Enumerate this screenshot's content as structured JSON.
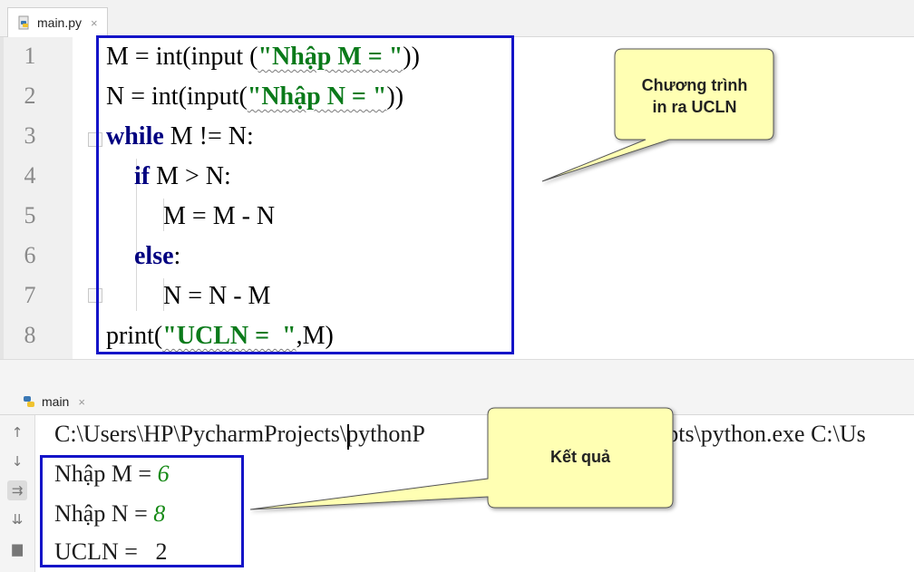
{
  "editor": {
    "tab_label": "main.py",
    "tab_close": "×",
    "line_numbers": [
      "1",
      "2",
      "3",
      "4",
      "5",
      "6",
      "7",
      "8"
    ]
  },
  "code": {
    "l1": {
      "a": "M = int(input (",
      "s": "\"Nhập M = \"",
      "b": "))"
    },
    "l2": {
      "a": "N = int(input(",
      "s": "\"Nhập N = \"",
      "b": "))"
    },
    "l3": {
      "k": "while",
      "a": " M != N:"
    },
    "l4": {
      "k": "if",
      "a": " M > N:"
    },
    "l5": {
      "a": "M = M - N"
    },
    "l6": {
      "k": "else",
      "a": ":"
    },
    "l7": {
      "a": "N = N - M"
    },
    "l8": {
      "a": "print(",
      "s": "\"UCLN =  \"",
      "b": ",M)"
    }
  },
  "run": {
    "tab_label": "main",
    "tab_close": "×"
  },
  "console": {
    "path_left": "C:\\Users\\HP\\PycharmProjects\\pythonP",
    "path_right": "ipts\\python.exe C:\\Us",
    "out1_label": "Nhập M = ",
    "out1_value": "6",
    "out2_label": "Nhập N = ",
    "out2_value": "8",
    "out3": "UCLN =   2"
  },
  "callouts": {
    "program_line1": "Chương trình",
    "program_line2": "in ra UCLN",
    "result": "Kết quả"
  },
  "colors": {
    "highlight_box": "#1414c8",
    "callout_fill": "#ffffb3",
    "string": "#0a7a1a",
    "keyword": "#000080"
  },
  "icons": {
    "tools": [
      "arrow-up-icon",
      "arrow-down-icon",
      "soft-wrap-icon",
      "scroll-to-end-icon",
      "print-icon"
    ]
  }
}
